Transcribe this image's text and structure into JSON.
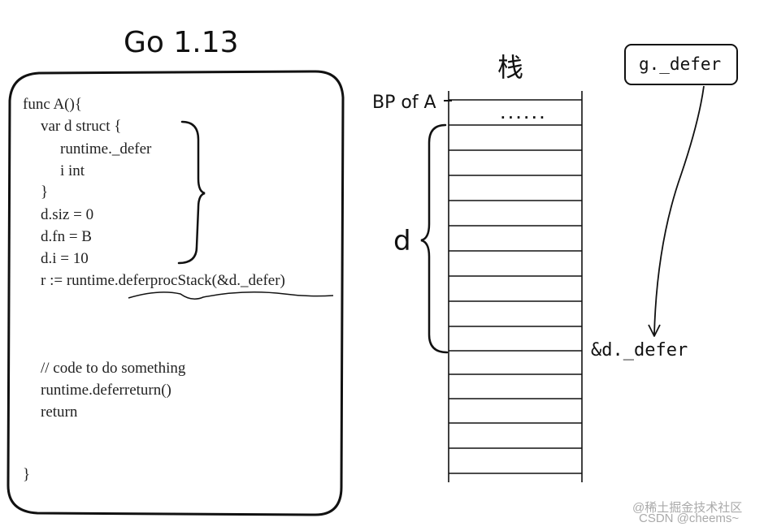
{
  "title": "Go 1.13",
  "code_lines": [
    "func A(){",
    "var d struct {",
    "runtime._defer",
    "i int",
    "}",
    "d.siz = 0",
    "d.fn = B",
    "d.i = 10",
    "r := runtime.deferprocStack(&d._defer)",
    "// code to do something",
    "runtime.deferreturn()",
    "return",
    "}"
  ],
  "stack": {
    "title": "栈",
    "top_cell": "......",
    "bp_label": "BP of A",
    "struct_label": "d",
    "defer_addr_label": "&d._defer"
  },
  "g_defer_label": "g._defer",
  "watermark": {
    "line1": "@稀土掘金技术社区",
    "line2": "CSDN @cheems~"
  }
}
